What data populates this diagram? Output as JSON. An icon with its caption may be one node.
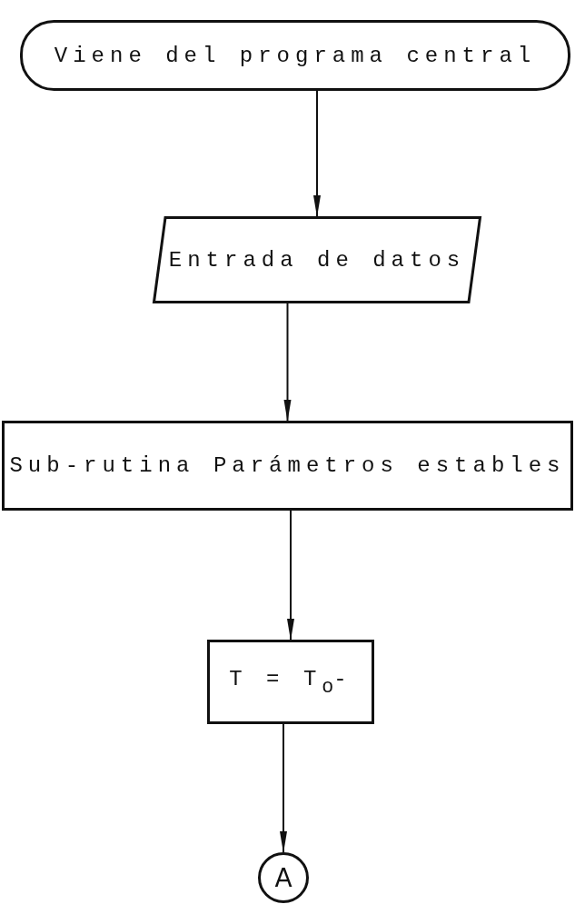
{
  "diagram": {
    "nodes": [
      {
        "text": [
          "Viene del programa central"
        ]
      },
      {
        "text": [
          "Entrada de datos"
        ]
      },
      {
        "text": [
          "Sub-rutina Parámetros estables"
        ]
      },
      {
        "text": [
          "T =  T$_{o}$-"
        ]
      },
      {
        "text": [
          "A"
        ]
      }
    ],
    "edges": [
      {
        "from": 0,
        "to": 1,
        "arrow": "to"
      },
      {
        "from": 1,
        "to": 2,
        "arrow": "to"
      },
      {
        "from": 2,
        "to": 3,
        "arrow": "to"
      },
      {
        "from": 3,
        "to": 4,
        "arrow": "to"
      }
    ]
  }
}
